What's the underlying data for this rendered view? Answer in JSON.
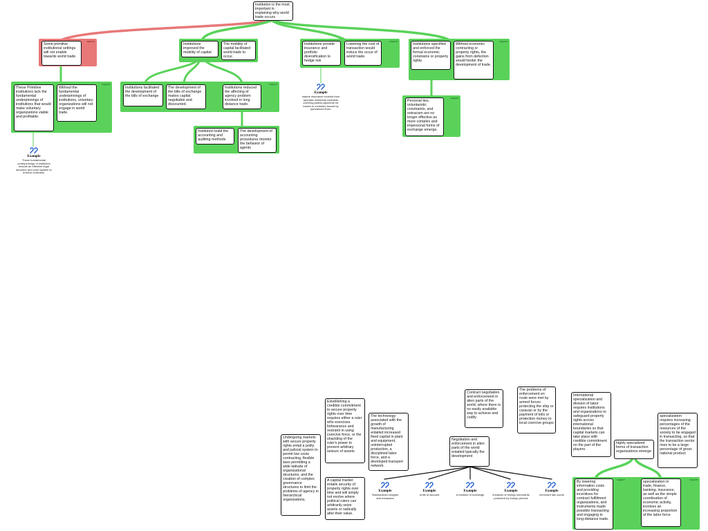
{
  "colors": {
    "support": "#5ad25a",
    "oppose": "#e87878",
    "icon": "#3a6fd8"
  },
  "labels": {
    "support": "support",
    "oppose": "oppose",
    "example": "Example"
  },
  "top": {
    "root": "Institution is the most important in explaining why world trade occurs",
    "some_primitive": "Some primitive institutional settings will not  enable towards world trade.",
    "these_primitive": "These Primitive institutions lack  the fundamental underpinnings of institutions that would make voluntary organizations viable and profitable.",
    "without_fundamental": "Without the fundamental underpinnings of institutions, voluntary organizations will not engage in world trade.",
    "ex_primitive": "These fundamental underpinnings of institution include an effective legal structure and court system to enforce contracts.",
    "inst_improved": "Institutions improved the mobility of capital",
    "mobility_facilitated": "The mobility of capital facilitated world trade to occur.",
    "inst_facilitated": "Institutions facilitated the development of the bills of exchange",
    "bills_dev": "The development of the bills of exchange makes capital negotiable and discounted.",
    "inst_reduced": "Institutions reduced the affecting of agency problem involved in long distance trade.",
    "inst_build": "Institution build the accounting and auditing methods",
    "proc_dev": "The development of accounting procedures monitor the behavior of agents",
    "inst_insurance": "Institutions provide insurance and portfolio diversification to hedge risk",
    "lowering": "Lowering the cost of transaction would induce the occur of world trade.",
    "ex_insurance": "marine insurance evolved from sporadic individual contracts covering partial payments for losses to contracts issued by specialized firms.",
    "inst_specified": "Institutions specified and enforced the formal economic constrains or property rights.",
    "without_economic": "Without economic contracting or property rights, the gains from defection would hinder the development of trade.",
    "personal_ties": "Personal ties, voluntaristic constraints, and ostracism are no longer effective as more complex and impersonal forms of exchange emerge."
  },
  "bottom": {
    "undergoing": "Undergoing markets with secure property rights entail a polity and judicial system to permit low costs contracting, flexible laws permitting a wide latitude of organizational structures, and the creation of complex governance structures to limit the problems of agency in hierarchical organizations.",
    "establishing": "Establishing a credible commitment to secure property rights over time requires either a ruler who exercises forbearance and restraint in using coercive force, or the shackling of the ruler's power to prevent arbitrary seizure of assets",
    "capital_market": "A capital market entails security of property rights over time and will simply not evolve where political rulers can arbitrarily seize assets or radically alter their value.",
    "technology": "The technology associated with the growth of manufacturing entailed increased fixed capital in plant and equipment, uninterrupted production, a disciplined labor force, and a developed transport network.",
    "contract": "Contract negotiation and enforcement in alien parts of the world, where there is no easily available way to achieve and codify",
    "problems": "The problems of enforcement en route were met by armed forces protecting the ship or caravan or by the payment of tolls or protection money to local coercive groups",
    "negotiation": "Negotiation and enforcement in alien parts of the world entailed typically the development",
    "ex1": "Standardized weights and measures",
    "ex2": "Units of account",
    "ex3": "A medium of exchange",
    "ex4": "enclaves of foreign merchants protected by foreign princes",
    "ex5": "merchant law courts",
    "international": "International specialization and division of labor requires institutions and organizations to safeguard property rights across international boundaries so that capital markets can take place with credible commitment on the part of the players.",
    "highly": "highly specialized forms of transaction organizations emerge",
    "specialization_requires": "specialization requires increasing percentages of the resources of the society to be engaged in transacting, so that the transaction sector rises to be a large percentage of gross national product",
    "by_lowering": "By lowering information costs and providing incentives for contract fulfillment organizations, and instruments made possible transacting and engaging in long-distance trade.",
    "spec_in_trade": "specialization in trade, finance, banking, insurance, as well as the simple coordination of economic activity, involves an increasing proportion of the labor force"
  }
}
